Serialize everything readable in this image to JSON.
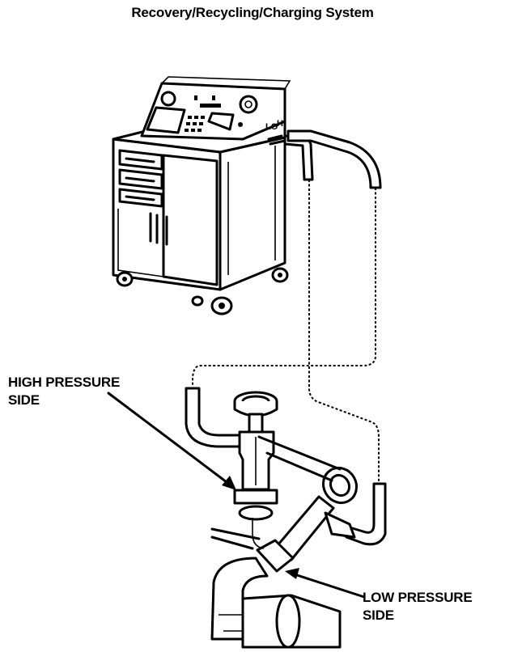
{
  "title": "Recovery/Recycling/Charging System",
  "labels": {
    "high_pressure": [
      "HIGH PRESSURE",
      "SIDE"
    ],
    "low_pressure": [
      "LOW PRESSURE",
      "SIDE"
    ]
  },
  "machine": {
    "panel_text": [
      "LO",
      "HI"
    ]
  }
}
